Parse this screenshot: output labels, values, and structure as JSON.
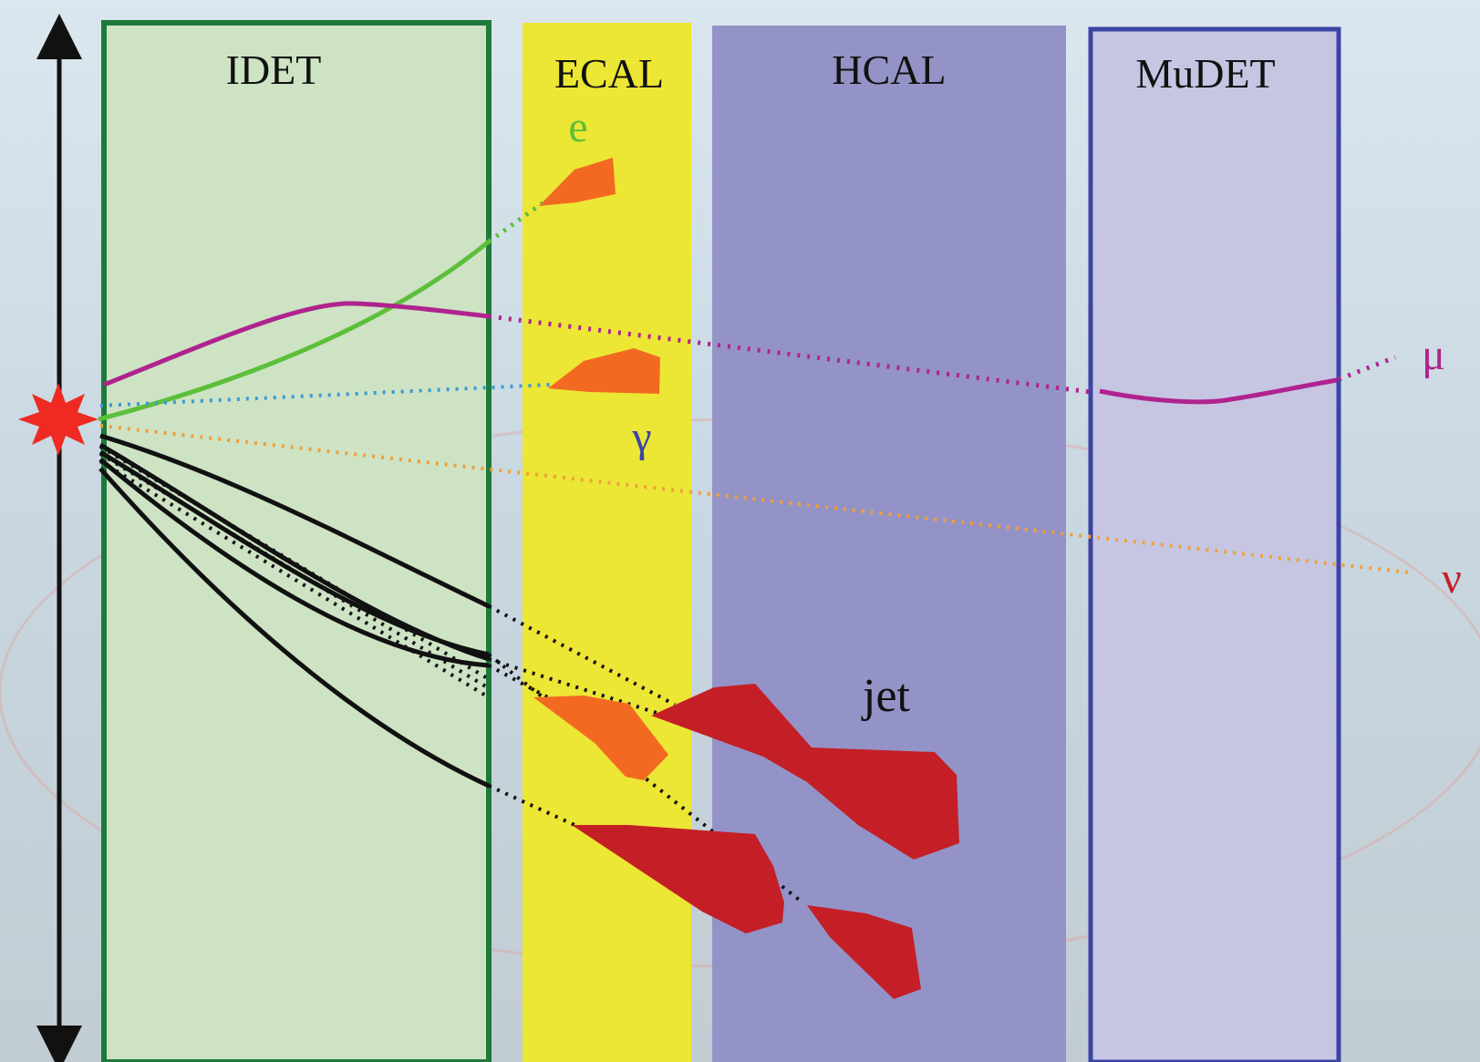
{
  "colors": {
    "idet_fill": "#cde3c4",
    "idet_border": "#1e7a3a",
    "ecal_fill": "#ece634",
    "hcal_fill": "#9393c7",
    "mudet_fill": "#c6c6e3",
    "mudet_border": "#3b44a5",
    "electron": "#5cbf3a",
    "muon": "#b0238f",
    "photon": "#3a9bd6",
    "neutrino": "#f0a03a",
    "hadron_track": "#111111",
    "shower_em": "#f26a22",
    "shower_had": "#c41f26",
    "vertex_star": "#ee2a22"
  },
  "layers": {
    "idet": "IDET",
    "ecal": "ECAL",
    "hcal": "HCAL",
    "mudet": "MuDET"
  },
  "particles": {
    "electron": "e",
    "photon": "γ",
    "muon": "μ",
    "neutrino": "ν",
    "jet": "jet"
  }
}
